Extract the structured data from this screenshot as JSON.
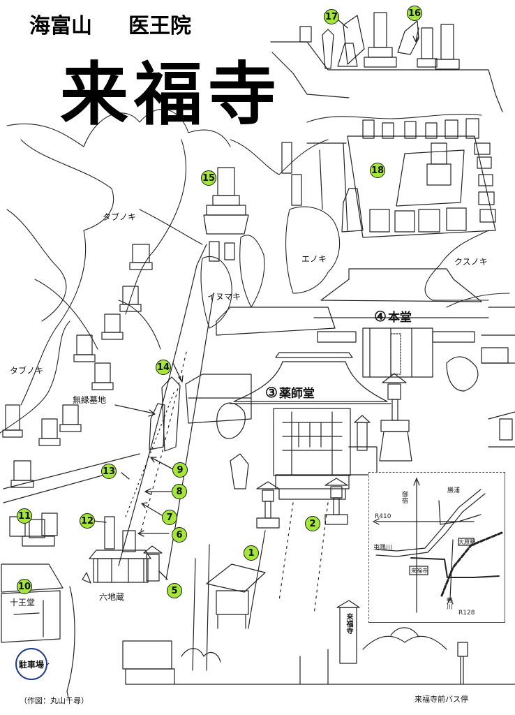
{
  "header": {
    "mountain_name": "海富山",
    "temple_subtitle": "医王院",
    "temple_name": "来福寺"
  },
  "tree_labels": [
    "タブノキ",
    "タブノキ",
    "イヌマキ",
    "エノキ",
    "クスノキ"
  ],
  "halls": {
    "hondo": {
      "number": "④",
      "label": "本堂"
    },
    "yakushido": {
      "number": "③",
      "label": "薬師堂"
    }
  },
  "place_labels": {
    "muen_bochi": "無縁墓地",
    "rokujizo": "六地蔵",
    "juodo": "十王堂",
    "stele": "来福寺"
  },
  "markers": [
    "1",
    "2",
    "3",
    "4",
    "5",
    "6",
    "7",
    "8",
    "9",
    "10",
    "11",
    "12",
    "13",
    "14",
    "15",
    "16",
    "17",
    "18"
  ],
  "parking": "駐車場",
  "inset_map": {
    "labels": {
      "road_r410": "R410",
      "road_r128": "R128",
      "river": "夷隅川",
      "station": "大原駅",
      "temple": "来福寺",
      "north_1": "御宿",
      "north_2": "勝浦",
      "south": "鴨川"
    }
  },
  "footer": {
    "credit": "（作図：丸山千尋）",
    "bus_stop": "来福寺前バス停"
  },
  "colors": {
    "marker_fill": "#a4e63a",
    "parking_border": "#1a3a8a",
    "ink": "#111111"
  }
}
